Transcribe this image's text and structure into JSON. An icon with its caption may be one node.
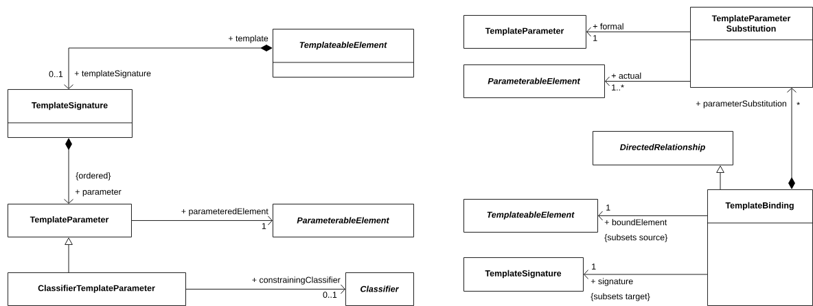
{
  "diagram": {
    "nodes": [
      {
        "text": [
          "TemplateableElement"
        ]
      },
      {
        "text": [
          "TemplateSignature"
        ]
      },
      {
        "text": [
          "TemplateParameter"
        ]
      },
      {
        "text": [
          "ParameterableElement"
        ]
      },
      {
        "text": [
          "ClassifierTemplateParameter"
        ]
      },
      {
        "text": [
          "Classifier"
        ]
      },
      {
        "text": [
          "TemplateParameter"
        ]
      },
      {
        "text": [
          "ParameterableElement"
        ]
      },
      {
        "text": [
          "TemplateParameter Substitution"
        ]
      },
      {
        "text": [
          "DirectedRelationship"
        ]
      },
      {
        "text": [
          "TemplateableElement"
        ]
      },
      {
        "text": [
          "TemplateBinding"
        ]
      },
      {
        "text": [
          "TemplateSignature"
        ]
      }
    ],
    "edges": [
      {
        "from": 0,
        "to": 1,
        "arrow": "to",
        "label": "+ templateSignature"
      },
      {
        "from": 1,
        "to": 2,
        "arrow": "to",
        "label": "+ parameter"
      },
      {
        "from": 2,
        "to": 3,
        "arrow": "to",
        "label": "+ parameteredElement"
      },
      {
        "from": 4,
        "to": 2,
        "arrow": "to"
      },
      {
        "from": 4,
        "to": 5,
        "arrow": "to",
        "label": "+ constrainingClassifier"
      },
      {
        "from": 8,
        "to": 6,
        "arrow": "to",
        "label": "+ formal"
      },
      {
        "from": 8,
        "to": 7,
        "arrow": "to",
        "label": "+ actual"
      },
      {
        "from": 11,
        "to": 8,
        "arrow": "to",
        "label": "+ parameterSubstitution"
      },
      {
        "from": 11,
        "to": 9,
        "arrow": "to"
      },
      {
        "from": 11,
        "to": 10,
        "arrow": "to",
        "label": "+ boundElement"
      },
      {
        "from": 11,
        "to": 12,
        "arrow": "to",
        "label": "+ signature"
      }
    ],
    "labels": [
      "+ template",
      "0..1",
      "{ordered}",
      "1",
      "0..1",
      "1",
      "1..*",
      "*",
      "1",
      "{subsets source}",
      "1",
      "{subsets target}"
    ]
  }
}
